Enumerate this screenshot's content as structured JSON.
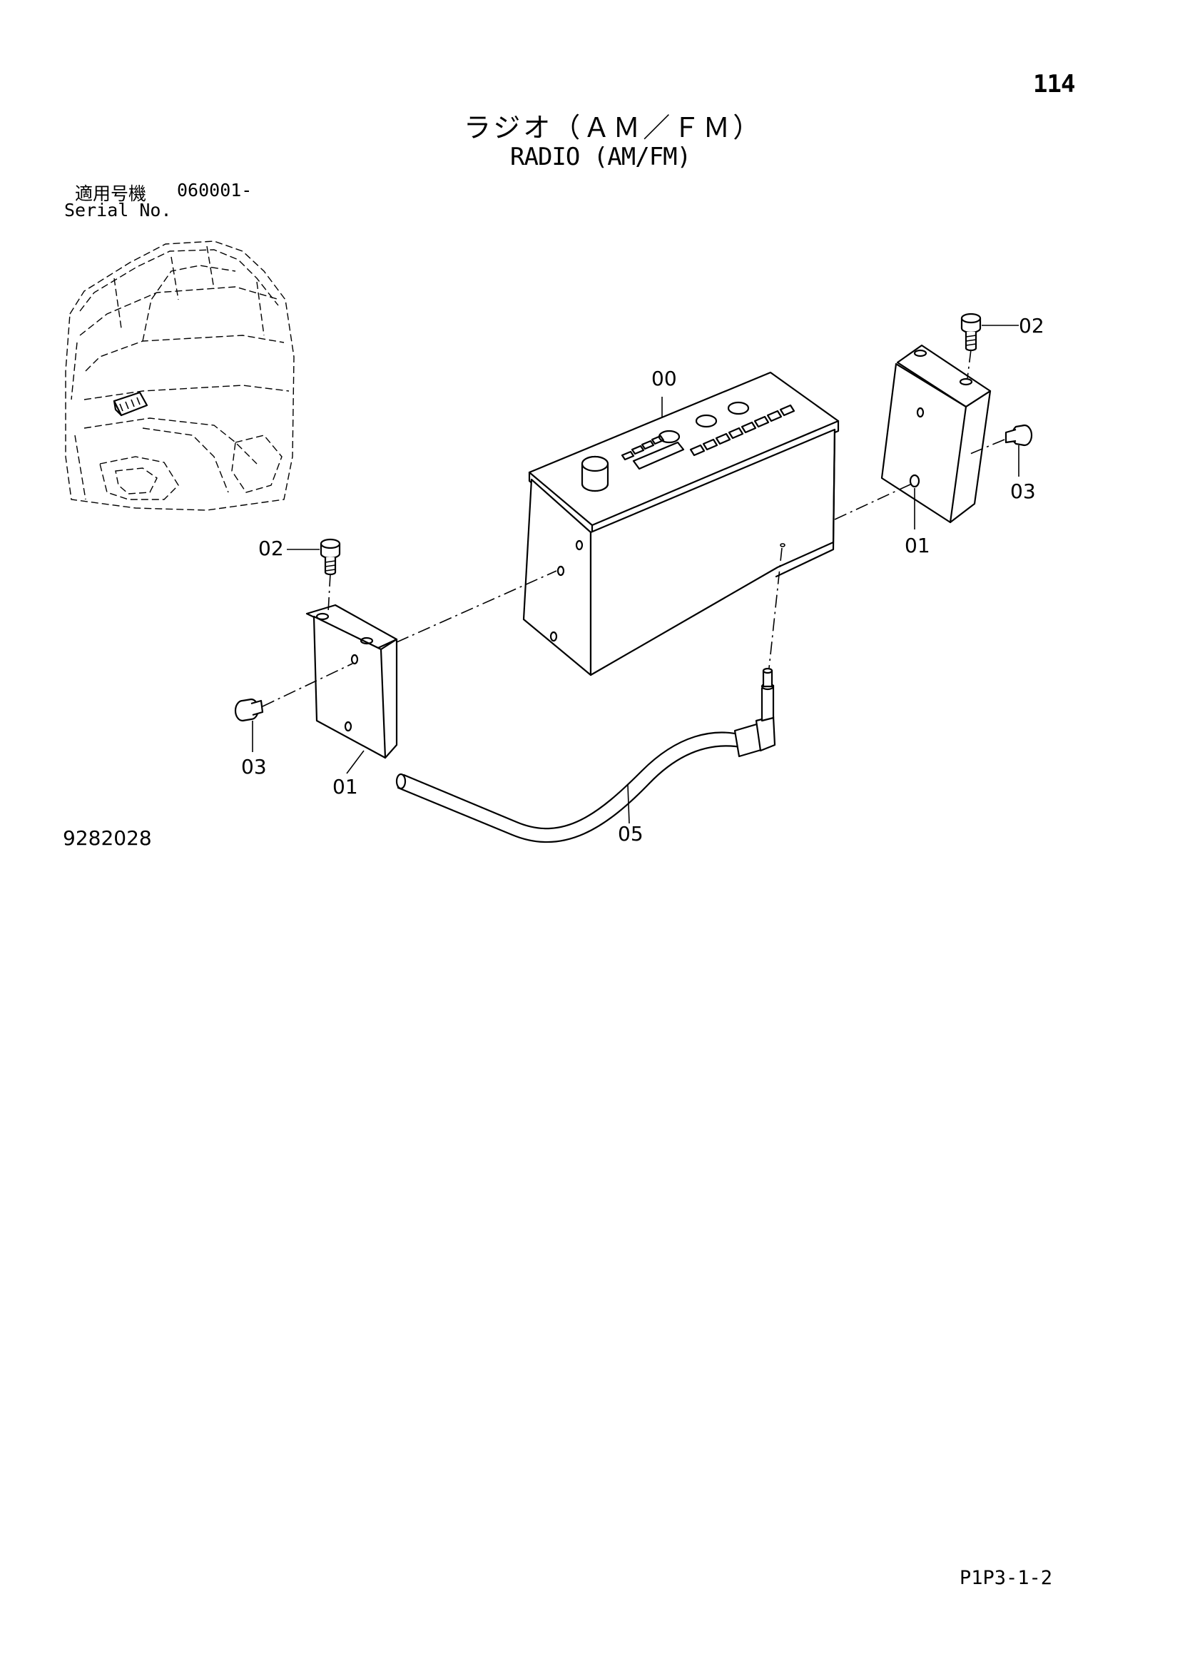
{
  "header": {
    "page_number": "114",
    "title_jp": "ラジオ（ＡＭ／ＦＭ）",
    "title_en": "RADIO (AM/FM)"
  },
  "serial": {
    "label_jp": "適用号機",
    "number": "060001-",
    "label_en": "Serial No."
  },
  "callouts": {
    "radio_unit": "00",
    "bracket_left": "01",
    "bracket_right": "01",
    "bolt_top_left": "02",
    "bolt_top_right": "02",
    "screw_left": "03",
    "screw_right": "03",
    "antenna_cable": "05"
  },
  "footer": {
    "drawing_number": "9282028",
    "page_code": "P1P3-1-2"
  }
}
